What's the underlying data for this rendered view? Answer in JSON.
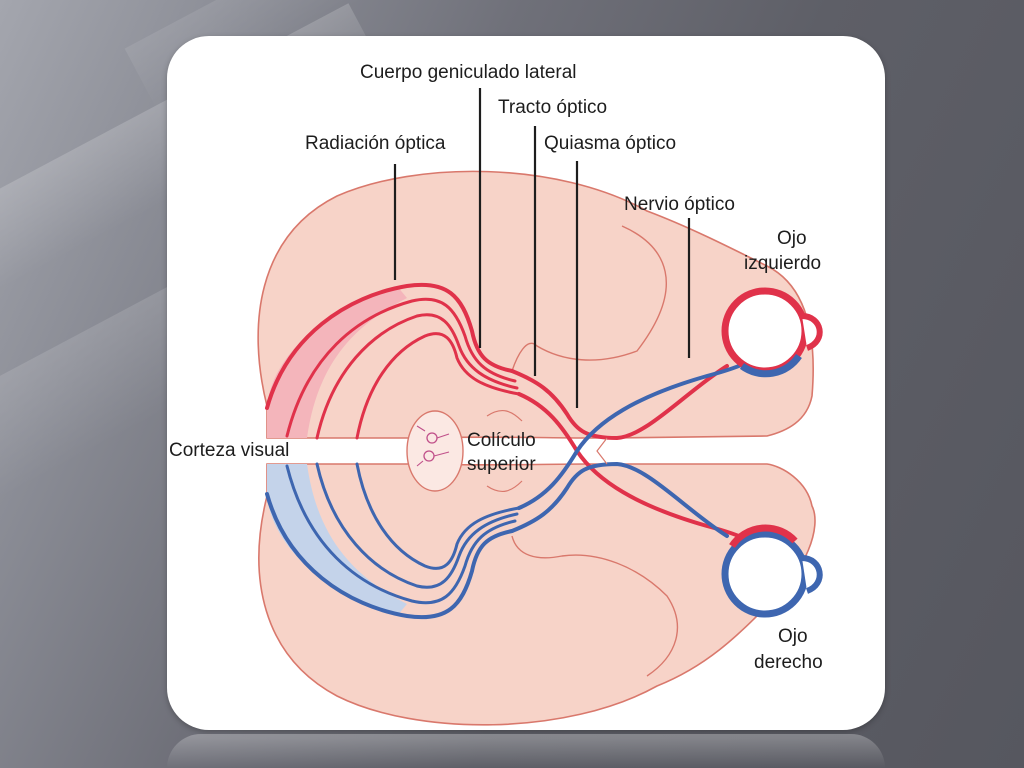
{
  "labels": {
    "lateral_geniculate": "Cuerpo geniculado lateral",
    "optic_tract": "Tracto óptico",
    "optic_radiation": "Radiación óptica",
    "optic_chiasm": "Quiasma óptico",
    "optic_nerve": "Nervio óptico",
    "left_eye_line1": "Ojo",
    "left_eye_line2": "izquierdo",
    "visual_cortex": "Corteza visual",
    "superior_colliculus_line1": "Colículo",
    "superior_colliculus_line2": "superior",
    "right_eye_line1": "Ojo",
    "right_eye_line2": "derecho"
  },
  "colors": {
    "brain_fill": "#f7d3c8",
    "brain_outline": "#d9786c",
    "left_pathway": "#e0324a",
    "right_pathway": "#3e66b0",
    "cortex_left_fill": "#f4b5bb",
    "cortex_right_fill": "#c4d3ea"
  }
}
